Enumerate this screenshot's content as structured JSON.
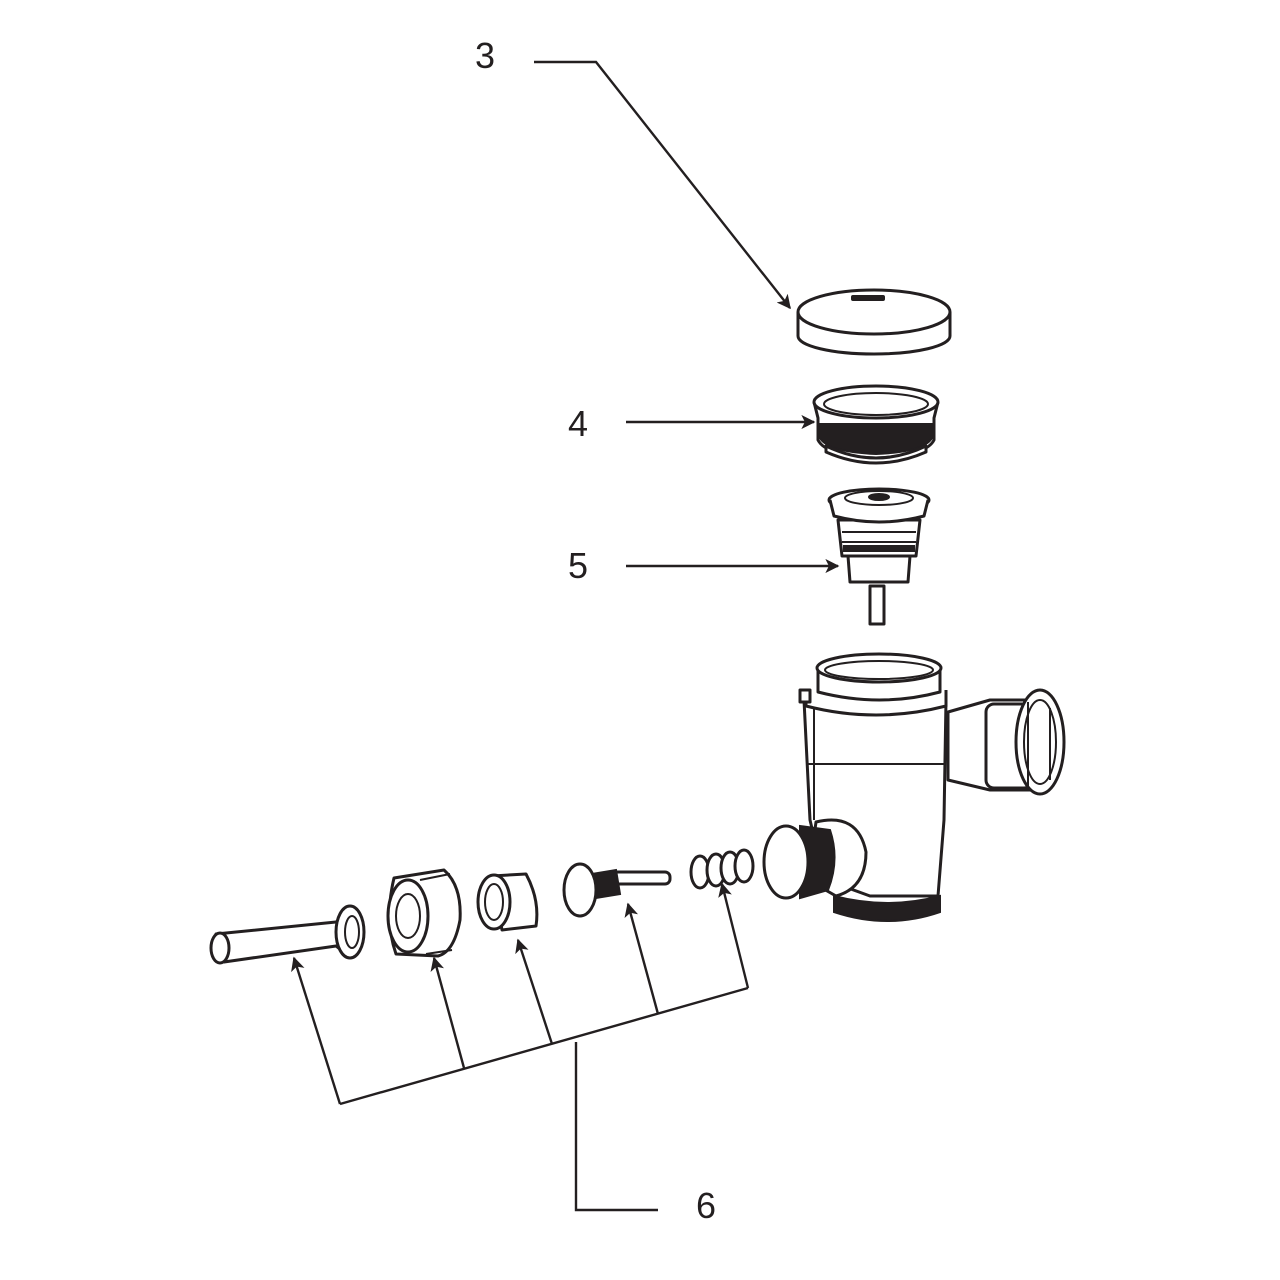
{
  "callouts": {
    "c3": "3",
    "c4": "4",
    "c5": "5",
    "c6": "6"
  },
  "colors": {
    "line": "#231f20",
    "background": "#ffffff"
  }
}
